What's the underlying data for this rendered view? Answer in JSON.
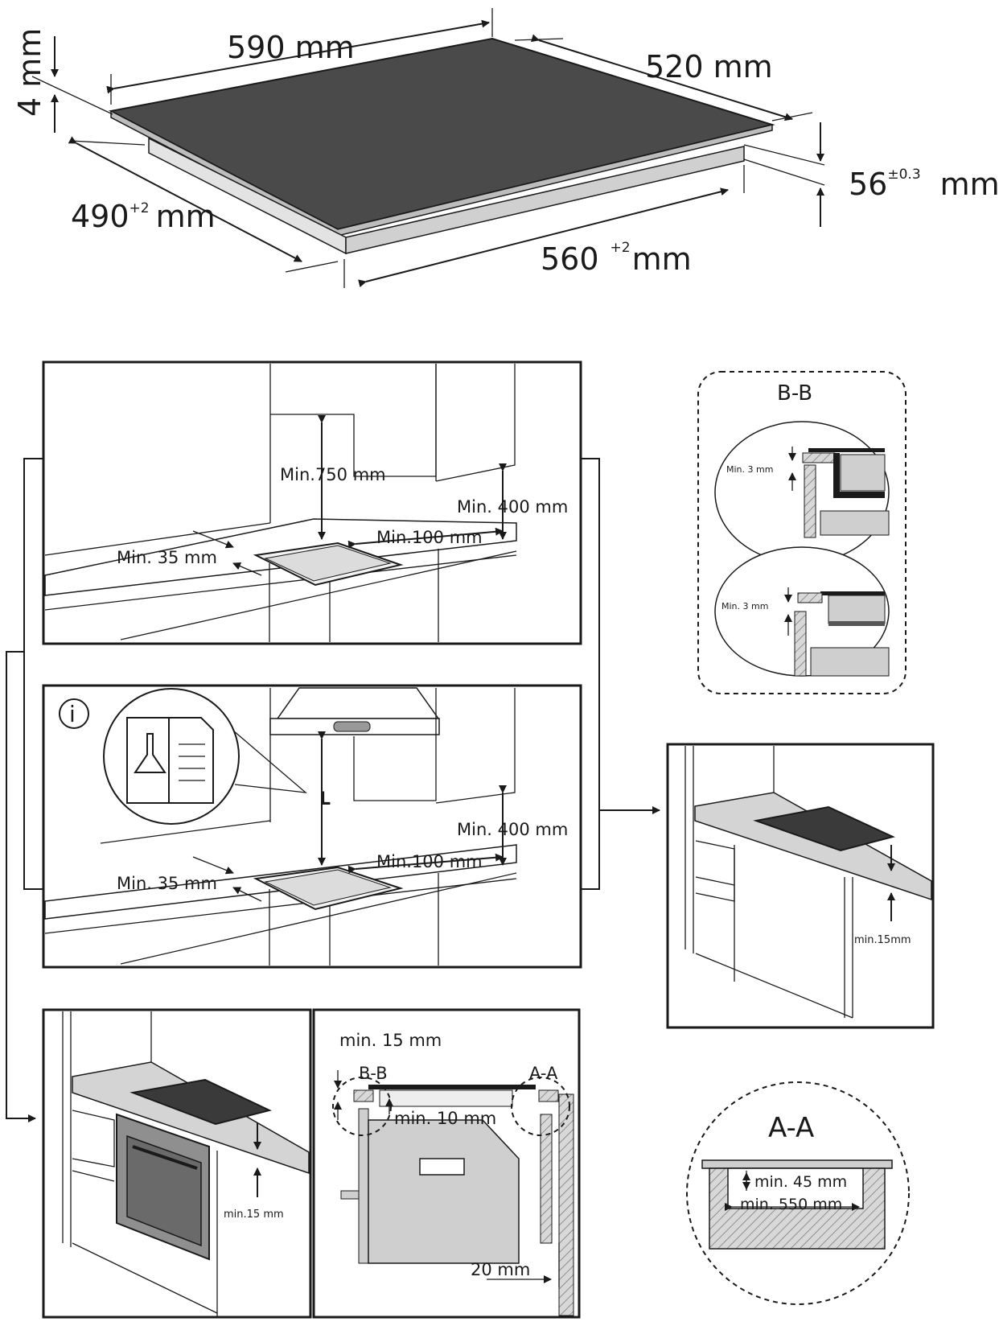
{
  "hob_dimensions": {
    "width": "590 mm",
    "depth": "520 mm",
    "thickness": "4 mm",
    "cutout_depth": "490",
    "cutout_depth_tol": "+2",
    "cutout_depth_unit": "mm",
    "cutout_width": "560",
    "cutout_width_tol": "+2",
    "cutout_width_unit": "mm",
    "height": "56",
    "height_tol": "±0.3",
    "height_unit": "mm"
  },
  "panel1": {
    "min_750": "Min.750 mm",
    "min_400": "Min. 400 mm",
    "min_100": "Min.100 mm",
    "min_35": "Min. 35 mm"
  },
  "panel2": {
    "info": "i",
    "L": "L",
    "min_400": "Min. 400 mm",
    "min_100": "Min.100 mm",
    "min_35": "Min. 35 mm"
  },
  "bb_detail": {
    "title": "B-B",
    "top_label": "Min. 3 mm",
    "bottom_label": "Min. 3 mm"
  },
  "right_install": {
    "min15": "min.15mm"
  },
  "bottom_install": {
    "min15": "min.15 mm"
  },
  "section": {
    "min15": "min. 15 mm",
    "bb": "B-B",
    "aa": "A-A",
    "min10": "min. 10 mm",
    "mm20": "20 mm"
  },
  "aa_detail": {
    "title": "A-A",
    "min45": "min. 45 mm",
    "min550": "min. 550 mm"
  }
}
